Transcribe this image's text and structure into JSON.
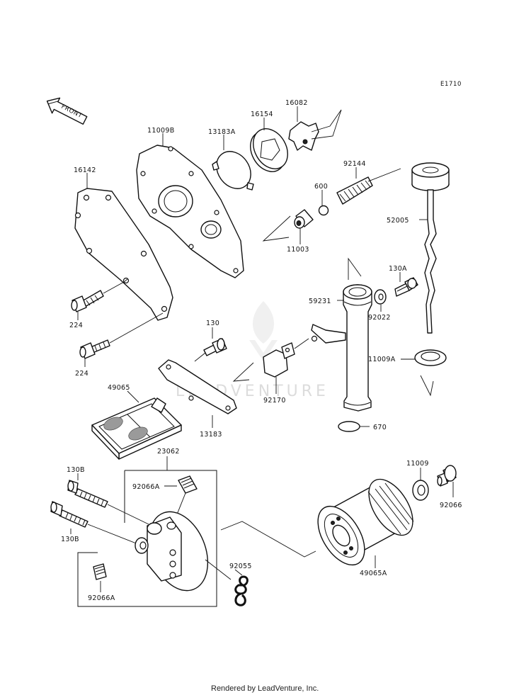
{
  "diagram_code": "E1710",
  "front_arrow_label": "FRONT",
  "watermark": "LEADVENTURE",
  "footer": "Rendered by LeadVenture, Inc.",
  "labels": {
    "l16142": "16142",
    "l11009B": "11009B",
    "l13183A": "13183A",
    "l16154": "16154",
    "l16082": "16082",
    "l92144": "92144",
    "l600": "600",
    "l11003": "11003",
    "l52005": "52005",
    "l130A": "130A",
    "l59231": "59231",
    "l92022": "92022",
    "l224a": "224",
    "l224b": "224",
    "l130": "130",
    "l49065": "49065",
    "l92170": "92170",
    "l11009A": "11009A",
    "l670": "670",
    "l13183": "13183",
    "l23062": "23062",
    "l130Ba": "130B",
    "l130Bb": "130B",
    "l92066Aa": "92066A",
    "l92066Ab": "92066A",
    "l92055": "92055",
    "l11009": "11009",
    "l92066": "92066",
    "l49065A": "49065A"
  }
}
